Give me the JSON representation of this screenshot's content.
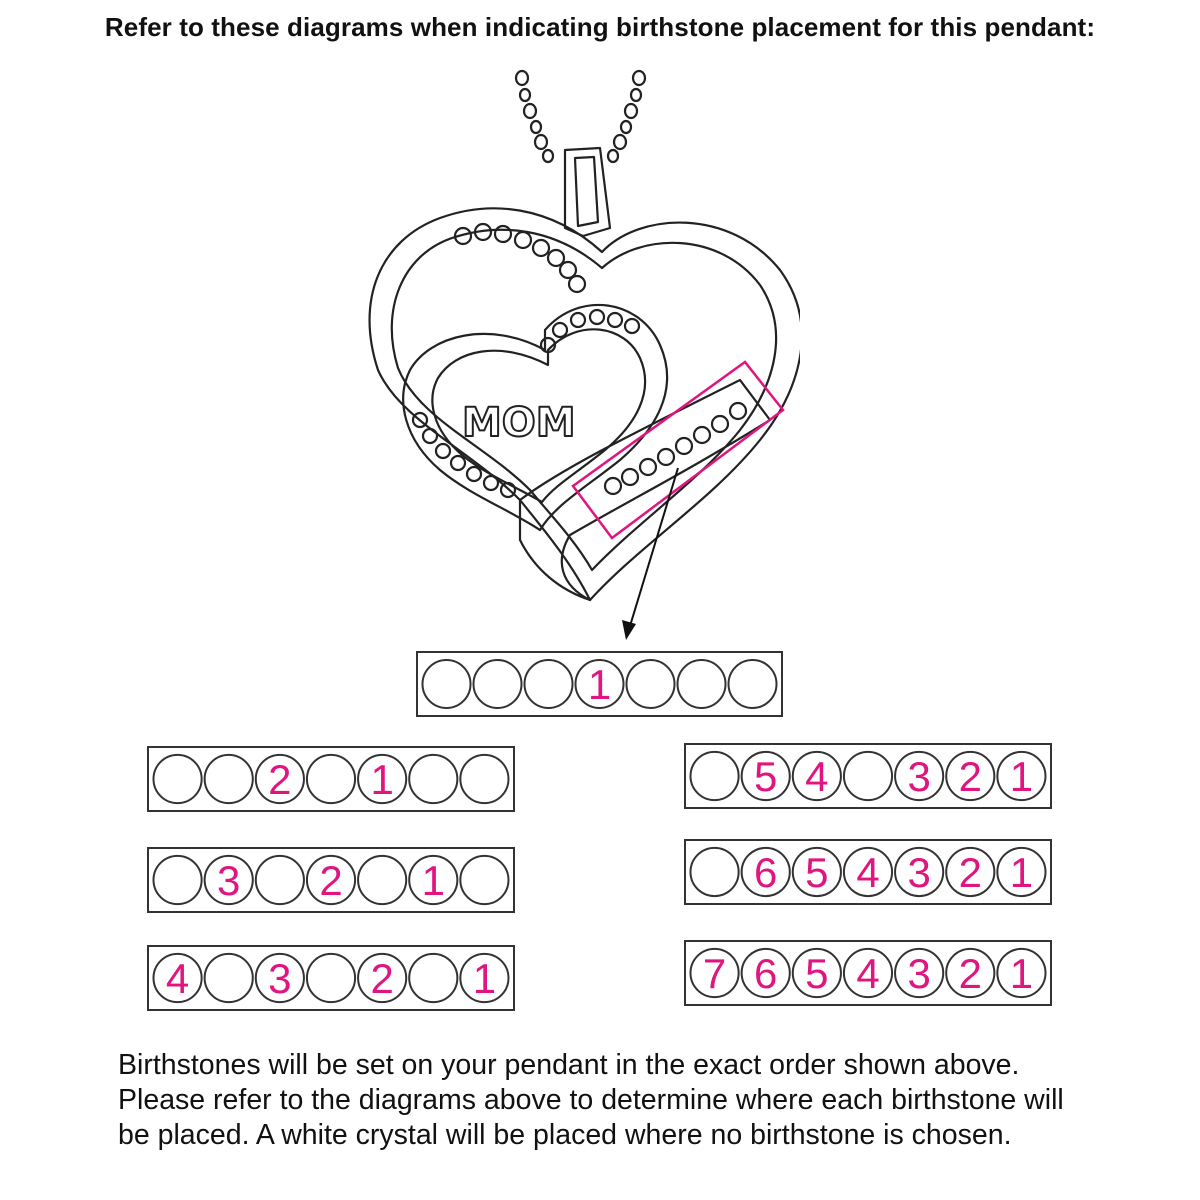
{
  "title": "Refer to these diagrams when indicating birthstone placement for this pendant:",
  "pendant": {
    "engraving": "MOM",
    "icon": "heart-pendant-illustration",
    "highlight_color": "#e0157f"
  },
  "colors": {
    "number": "#e0157f",
    "outline": "#333333"
  },
  "strips": [
    {
      "id": "strip-1",
      "slots": [
        "",
        "",
        "",
        "1",
        "",
        "",
        ""
      ]
    },
    {
      "id": "strip-2",
      "slots": [
        "",
        "",
        "2",
        "",
        "1",
        "",
        ""
      ]
    },
    {
      "id": "strip-3",
      "slots": [
        "",
        "3",
        "",
        "2",
        "",
        "1",
        ""
      ]
    },
    {
      "id": "strip-4",
      "slots": [
        "4",
        "",
        "3",
        "",
        "2",
        "",
        "1"
      ]
    },
    {
      "id": "strip-5",
      "slots": [
        "",
        "5",
        "4",
        "",
        "3",
        "2",
        "1"
      ]
    },
    {
      "id": "strip-6",
      "slots": [
        "",
        "6",
        "5",
        "4",
        "3",
        "2",
        "1"
      ]
    },
    {
      "id": "strip-7",
      "slots": [
        "7",
        "6",
        "5",
        "4",
        "3",
        "2",
        "1"
      ]
    }
  ],
  "caption": "Birthstones will be set on your pendant in the exact order shown above. Please refer to the diagrams above to determine where each birthstone will be placed. A white crystal will be placed where no birthstone is chosen."
}
